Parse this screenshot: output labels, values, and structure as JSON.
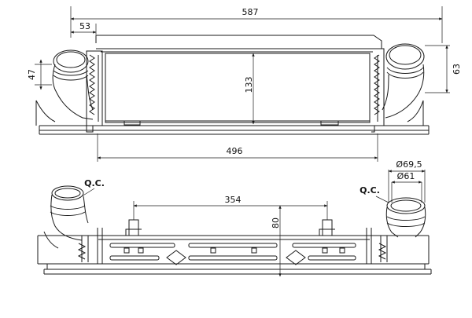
{
  "top_view": {
    "dim_overall_length": "587",
    "dim_core_length": "496",
    "dim_inlet_offset": "53",
    "dim_left_pipe_height": "47",
    "dim_core_height": "133",
    "dim_right_pipe_height": "63"
  },
  "side_view": {
    "dim_mount_spacing": "354",
    "dim_mount_height": "80",
    "dim_outer_diameter": "Ø69,5",
    "dim_inner_diameter": "Ø61",
    "left_connector_label": "Q.C.",
    "right_connector_label": "Q.C."
  },
  "colors": {
    "line": "#1a1a1a",
    "background": "#ffffff"
  }
}
